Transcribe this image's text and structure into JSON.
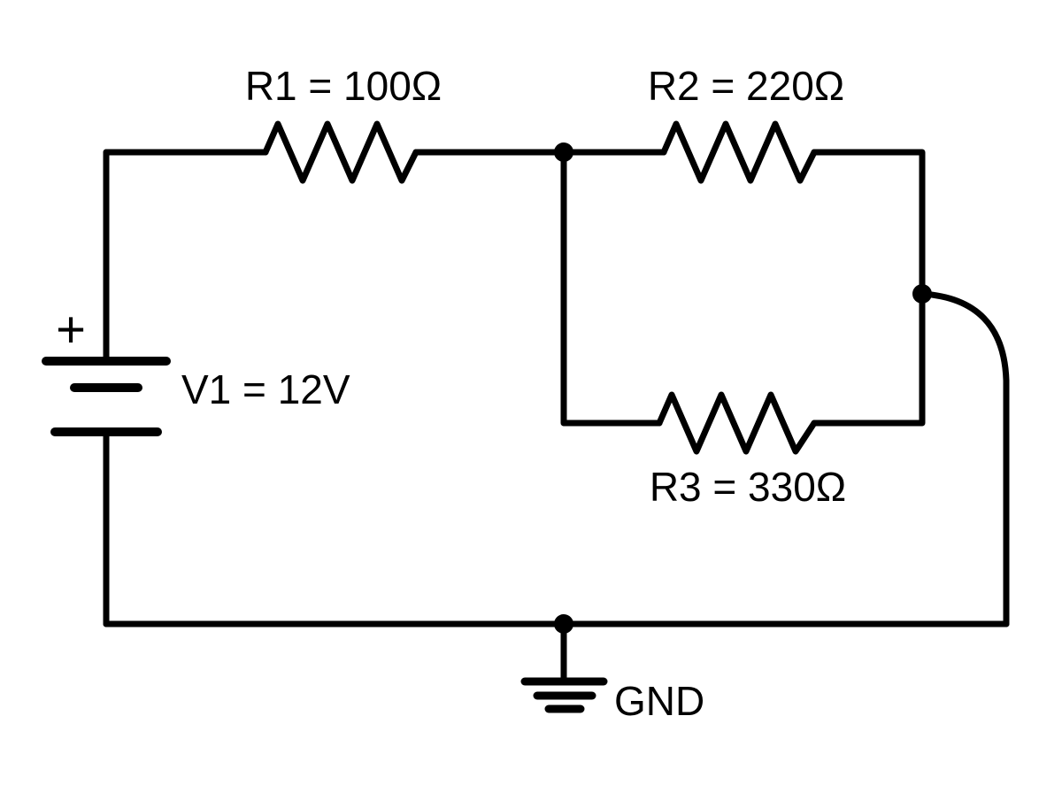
{
  "schematic": {
    "kind": "circuit-diagram",
    "components": {
      "v1": {
        "label": "V1 = 12V",
        "polarity": "+"
      },
      "r1": {
        "label": "R1 = 100Ω"
      },
      "r2": {
        "label": "R2 = 220Ω"
      },
      "r3": {
        "label": "R3 = 330Ω"
      },
      "gnd": {
        "label": "GND"
      }
    },
    "colors": {
      "wire": "#000000",
      "background": "#ffffff"
    }
  }
}
